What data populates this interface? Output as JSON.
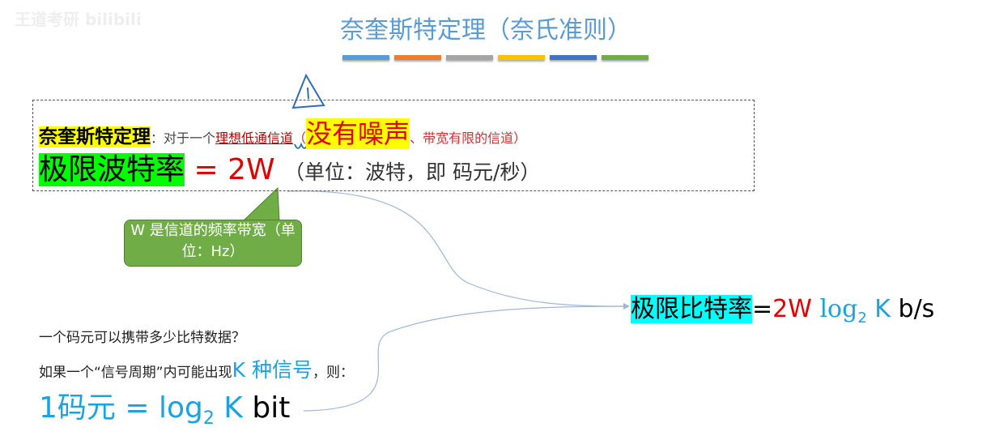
{
  "watermark": "王道考研 bilibili",
  "title": "奈奎斯特定理（奈氏准则）",
  "bar_colors": [
    "#5b9bd5",
    "#ed7d31",
    "#a5a5a5",
    "#ffc000",
    "#4472c4",
    "#70ad47"
  ],
  "theorem": {
    "term": "奈奎斯特定理",
    "colon": "：对于一个",
    "ideal": "理想低通信道",
    "paren_open": "（",
    "no_noise": "没有噪声",
    "rest": "、带宽有限的信道）"
  },
  "baud": {
    "label": "极限波特率",
    "eq": " = 2W",
    "unit": "（单位：波特，即 码元/秒）"
  },
  "callout": "W 是信道的频率带宽（单位：Hz）",
  "bitrate": {
    "label": "极限比特率",
    "eq": "=",
    "two_w": "2W ",
    "log": "log",
    "sub": "2",
    "k": " K",
    "unit": " b/s"
  },
  "question": "一个码元可以携带多少比特数据？",
  "condition": {
    "pre": "如果一个“信号周期”内可能出现",
    "k": "K 种信号",
    "post": "，则："
  },
  "formula": {
    "lhs": "1码元 = log",
    "sub": "2",
    "k": " K",
    "unit": " bit"
  }
}
